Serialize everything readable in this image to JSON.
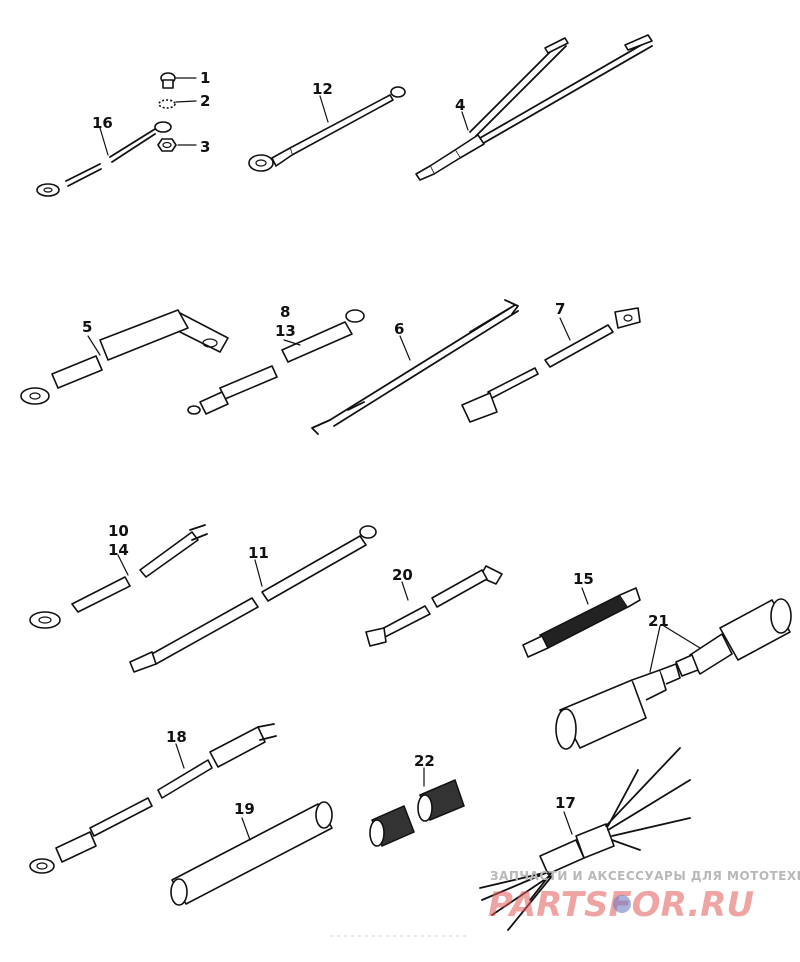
{
  "labels": {
    "l1": "1",
    "l2": "2",
    "l3": "3",
    "l4": "4",
    "l5": "5",
    "l6": "6",
    "l7": "7",
    "l8": "8",
    "l13": "13",
    "l10": "10",
    "l14": "14",
    "l11": "11",
    "l12": "12",
    "l15": "15",
    "l16": "16",
    "l17": "17",
    "l18": "18",
    "l19": "19",
    "l20": "20",
    "l21": "21",
    "l22": "22"
  },
  "watermark": {
    "tagline": "ЗАПЧАСТИ И АКСЕССУАРЫ ДЛЯ МОТОТЕХНИКИ",
    "brand": "PARTSFOR.RU"
  }
}
